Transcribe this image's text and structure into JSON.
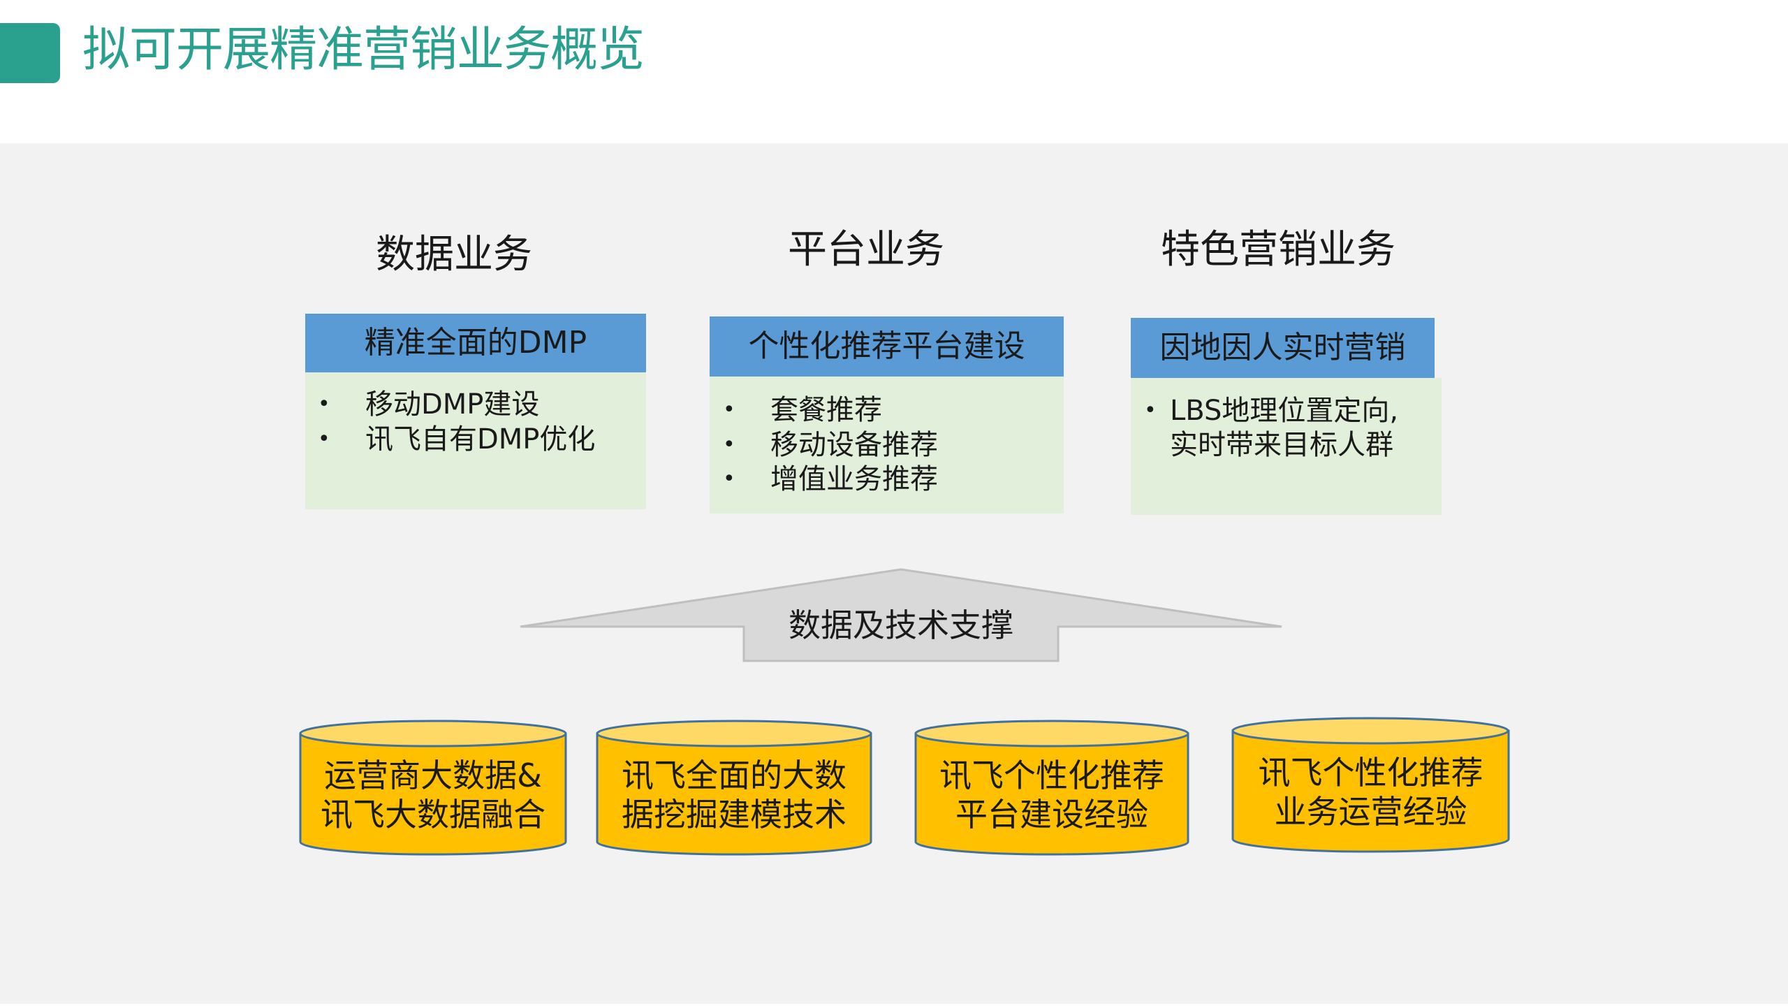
{
  "slide": {
    "title": "拟可开展精准营销业务概览"
  },
  "columns": [
    {
      "heading": "数据业务",
      "box_title": "精准全面的DMP",
      "bullets": [
        "移动DMP建设",
        "讯飞自有DMP优化"
      ]
    },
    {
      "heading": "平台业务",
      "box_title": "个性化推荐平台建设",
      "bullets": [
        "套餐推荐",
        "移动设备推荐",
        "增值业务推荐"
      ]
    },
    {
      "heading": "特色营销业务",
      "box_title": "因地因人实时营销",
      "bullets": [
        "LBS地理位置定向,",
        "实时带来目标人群"
      ]
    }
  ],
  "support_arrow": {
    "label": "数据及技术支撑"
  },
  "foundations": [
    {
      "line1": "运营商大数据&",
      "line2": "讯飞大数据融合"
    },
    {
      "line1": "讯飞全面的大数",
      "line2": "据挖掘建模技术"
    },
    {
      "line1": "讯飞个性化推荐",
      "line2": "平台建设经验"
    },
    {
      "line1": "讯飞个性化推荐",
      "line2": "业务运营经验"
    }
  ],
  "colors": {
    "accent": "#2aa08f",
    "box_header": "#5b9bd5",
    "box_body": "#e2efda",
    "cylinder": "#ffc000",
    "arrow": "#d9d9d9",
    "background": "#f2f2f2"
  }
}
